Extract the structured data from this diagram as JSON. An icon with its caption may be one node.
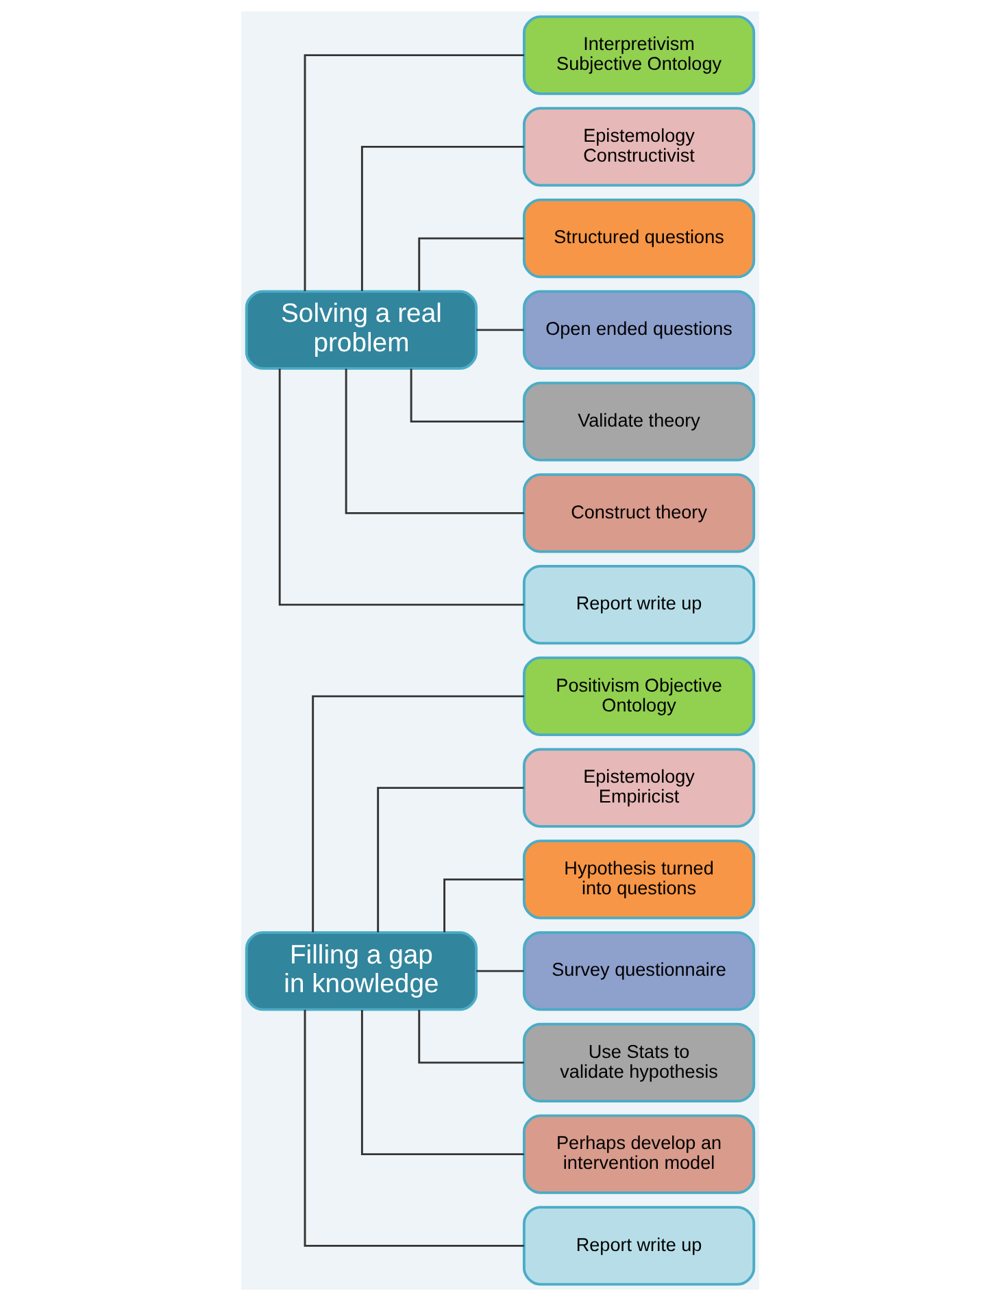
{
  "diagram": {
    "nodes": [
      {
        "text": [
          "Filling a gap in knowledge"
        ]
      },
      {
        "text": [
          "Positivism Objective Ontology"
        ]
      },
      {
        "text": [
          "Epistemology Empiricist"
        ]
      },
      {
        "text": [
          "Hypothesis turned into questions"
        ]
      },
      {
        "text": [
          "Survey questionnaire"
        ]
      },
      {
        "text": [
          "Use Stats to validate hypothesis"
        ]
      },
      {
        "text": [
          "Perhaps develop an intervention model"
        ]
      },
      {
        "text": [
          "Report write up"
        ]
      },
      {
        "text": [
          "Solving a real problem"
        ]
      },
      {
        "text": [
          "Interpretivism Subjective Ontology"
        ]
      },
      {
        "text": [
          "Epistemology Constructivist"
        ]
      },
      {
        "text": [
          "Structured questions"
        ]
      },
      {
        "text": [
          "Open ended questions"
        ]
      },
      {
        "text": [
          "Validate theory"
        ]
      },
      {
        "text": [
          "Construct theory"
        ]
      },
      {
        "text": [
          "Report write up"
        ]
      }
    ],
    "edges": [
      {
        "from": 0,
        "to": 1,
        "arrow": "none"
      },
      {
        "from": 0,
        "to": 2,
        "arrow": "none"
      },
      {
        "from": 0,
        "to": 3,
        "arrow": "none"
      },
      {
        "from": 0,
        "to": 4,
        "arrow": "none"
      },
      {
        "from": 0,
        "to": 5,
        "arrow": "none"
      },
      {
        "from": 0,
        "to": 6,
        "arrow": "none"
      },
      {
        "from": 0,
        "to": 7,
        "arrow": "none"
      },
      {
        "from": 8,
        "to": 9,
        "arrow": "none"
      },
      {
        "from": 8,
        "to": 10,
        "arrow": "none"
      },
      {
        "from": 8,
        "to": 11,
        "arrow": "none"
      },
      {
        "from": 8,
        "to": 12,
        "arrow": "none"
      },
      {
        "from": 8,
        "to": 13,
        "arrow": "none"
      },
      {
        "from": 8,
        "to": 14,
        "arrow": "none"
      },
      {
        "from": 8,
        "to": 15,
        "arrow": "none"
      }
    ]
  }
}
